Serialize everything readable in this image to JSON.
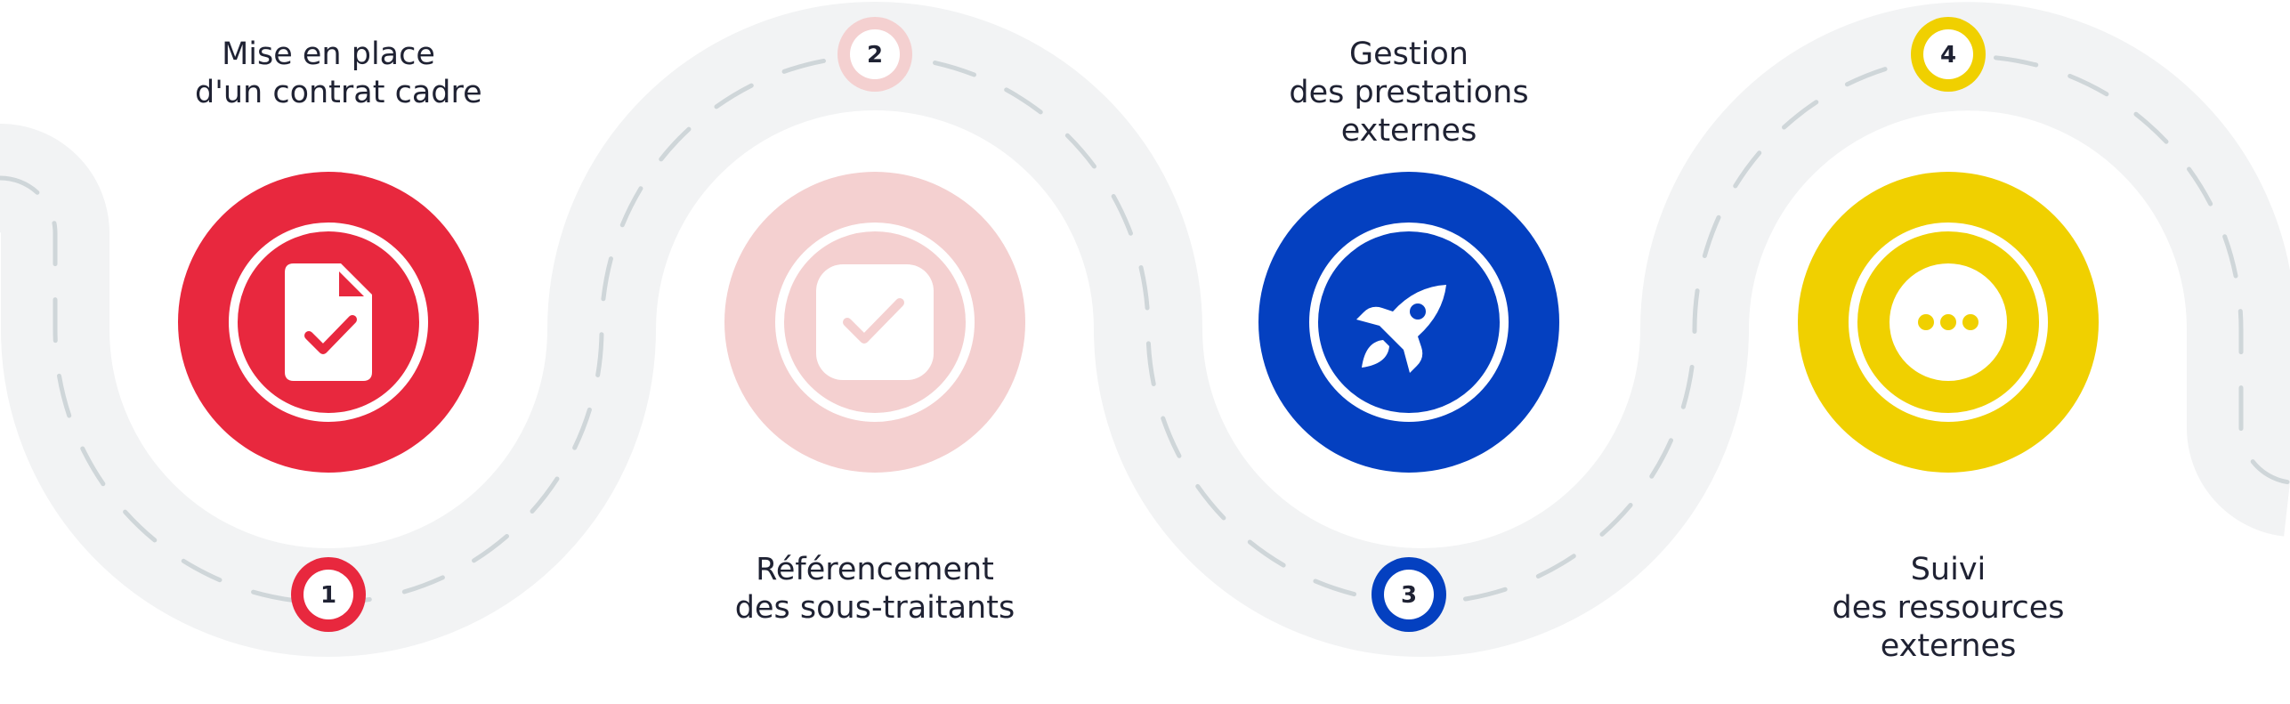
{
  "steps": [
    {
      "number": "1",
      "title_line1": "Mise en place",
      "title_line2": "d'un contrat cadre",
      "title_line3": "",
      "color": "#e8283e",
      "icon": "document-check-icon"
    },
    {
      "number": "2",
      "title_line1": "Référencement",
      "title_line2": "des sous-traitants",
      "title_line3": "",
      "color": "#f4d0d0",
      "icon": "checkbox-icon"
    },
    {
      "number": "3",
      "title_line1": "Gestion",
      "title_line2": "des prestations",
      "title_line3": "externes",
      "color": "#0440c0",
      "icon": "rocket-icon"
    },
    {
      "number": "4",
      "title_line1": "Suivi",
      "title_line2": "des ressources",
      "title_line3": "externes",
      "color": "#f0d000",
      "icon": "ellipsis-icon"
    }
  ],
  "colors": {
    "road": "#f2f3f4",
    "road_dash": "#cfd6d9",
    "text": "#1f2233"
  }
}
